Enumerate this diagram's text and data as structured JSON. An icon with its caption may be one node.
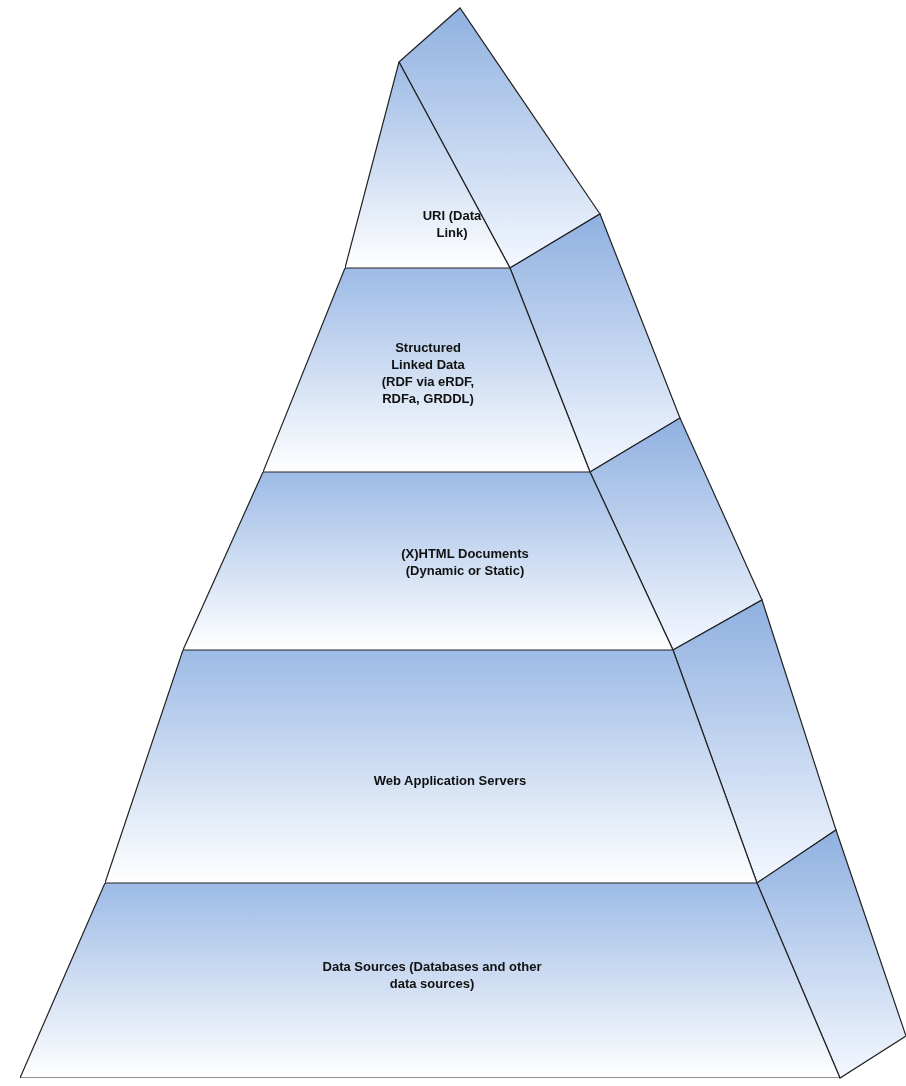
{
  "diagram": {
    "nodes": [
      {
        "text": [
          "URI (Data Link)"
        ]
      },
      {
        "text": [
          "Structured Linked Data (RDF via eRDF, RDFa, GRDDL)"
        ]
      },
      {
        "text": [
          "(X)HTML Documents (Dynamic or Static)"
        ]
      },
      {
        "text": [
          "Web Application Servers"
        ]
      },
      {
        "text": [
          "Data Sources (Databases and other data sources)"
        ]
      }
    ]
  }
}
